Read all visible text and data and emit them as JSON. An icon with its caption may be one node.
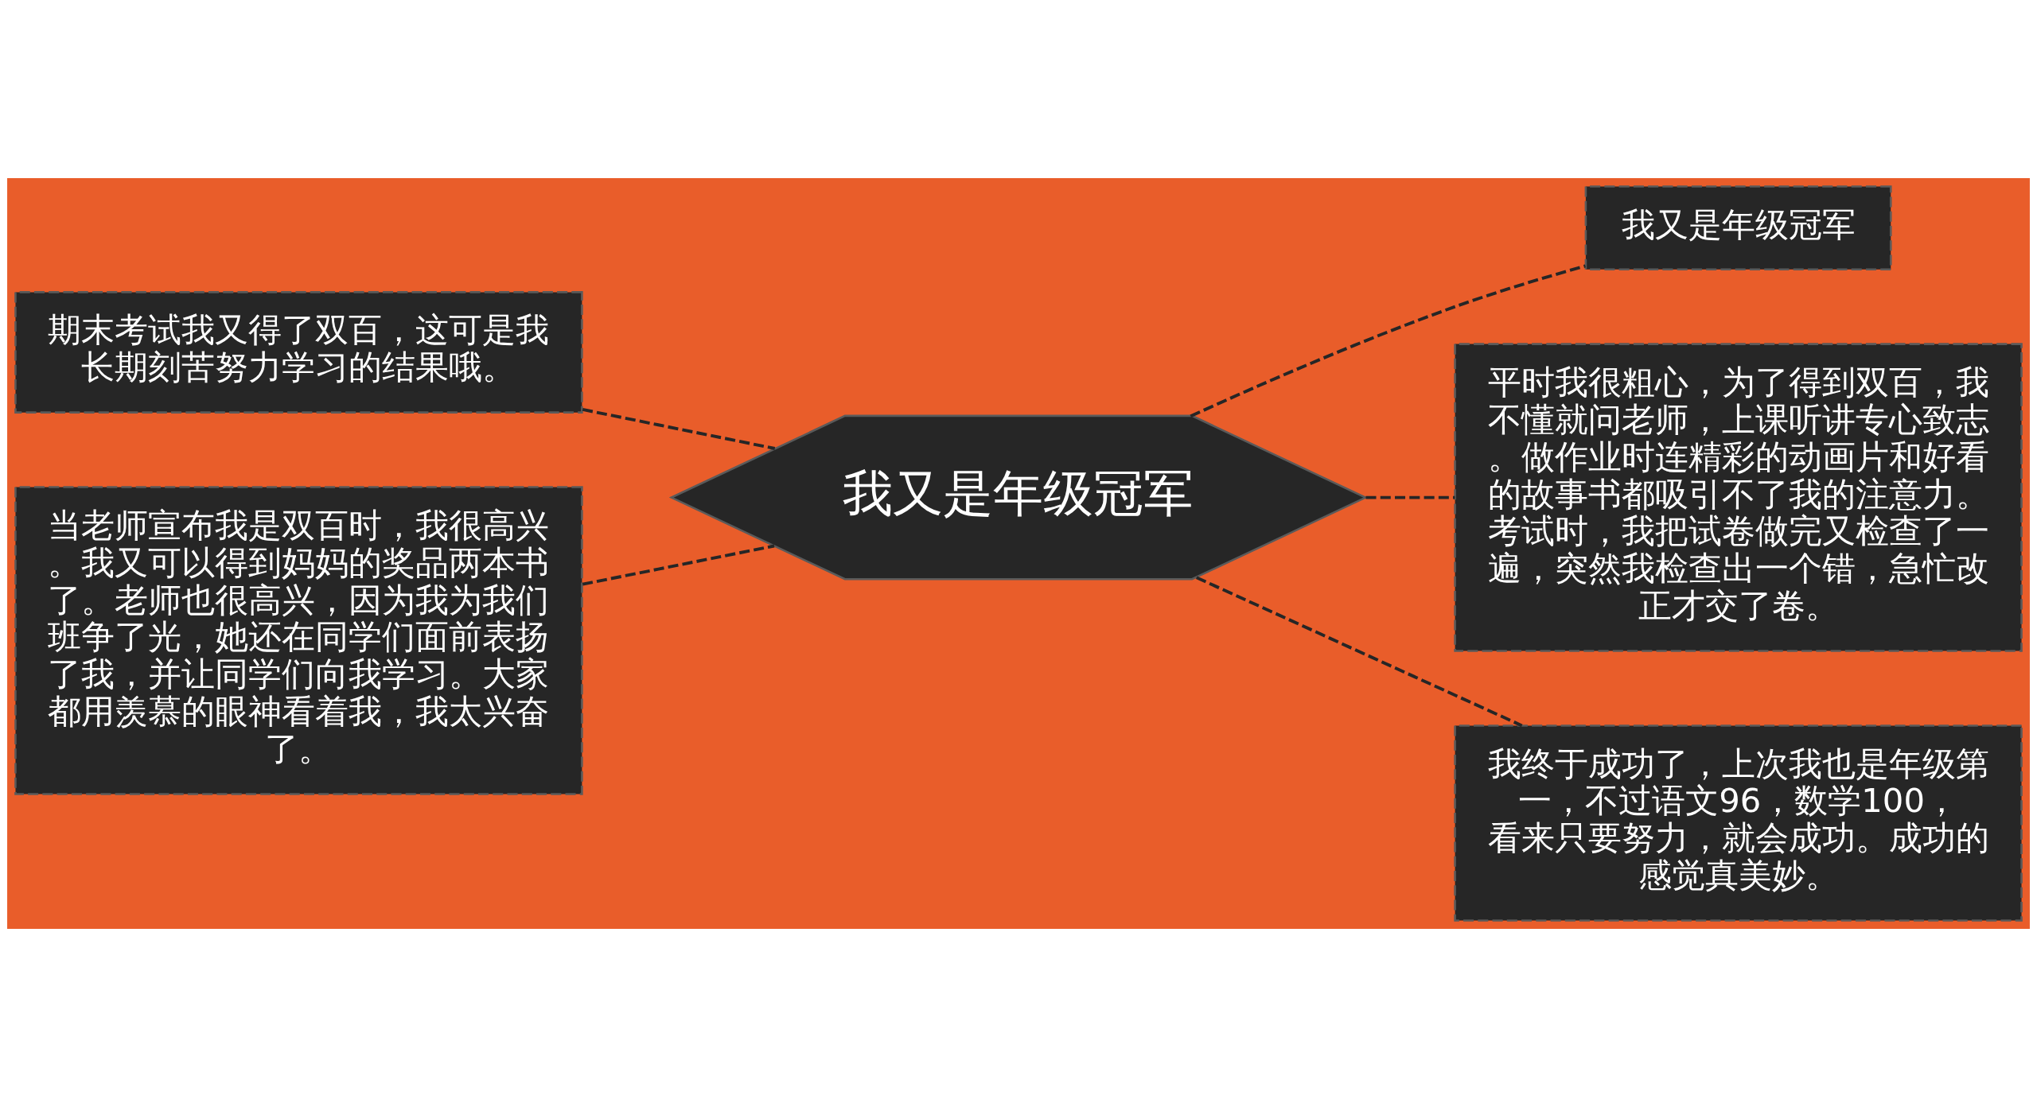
{
  "diagram": {
    "nodes": [
      {
        "text": [
          "我又是年级冠军"
        ]
      },
      {
        "text": [
          "我又是年级冠军"
        ]
      },
      {
        "text": [
          "平时我很粗心，为了得到双百，我不懂就问老师，上课听讲专心致志。做作业时连精彩的动画片和好看的故事书都吸引不了我的注意力。考试时，我把试卷做完又检查了一遍，突然我检查出一个错，急忙改正才交了卷。"
        ]
      },
      {
        "text": [
          "我终于成功了，上次我也是年级第一，不过语文96，数学100，看来只要努力，就会成功。成功的感觉真美妙。"
        ]
      },
      {
        "text": [
          "期末考试我又得了双百，这可是我长期刻苦努力学习的结果哦。"
        ]
      },
      {
        "text": [
          "当老师宣布我是双百时，我很高兴。我又可以得到妈妈的奖品两本书了。老师也很高兴，因为我为我们班争了光，她还在同学们面前表扬了我，并让同学们向我学习。大家都用羡慕的眼神看着我，我太兴奋了。"
        ]
      }
    ],
    "edges": [
      {
        "from": 0,
        "to": 1,
        "arrow": "none",
        "style": "dashed"
      },
      {
        "from": 0,
        "to": 2,
        "arrow": "none",
        "style": "dashed"
      },
      {
        "from": 0,
        "to": 3,
        "arrow": "none",
        "style": "dashed"
      },
      {
        "from": 0,
        "to": 4,
        "arrow": "none",
        "style": "dashed"
      },
      {
        "from": 0,
        "to": 5,
        "arrow": "none",
        "style": "dashed"
      }
    ]
  }
}
